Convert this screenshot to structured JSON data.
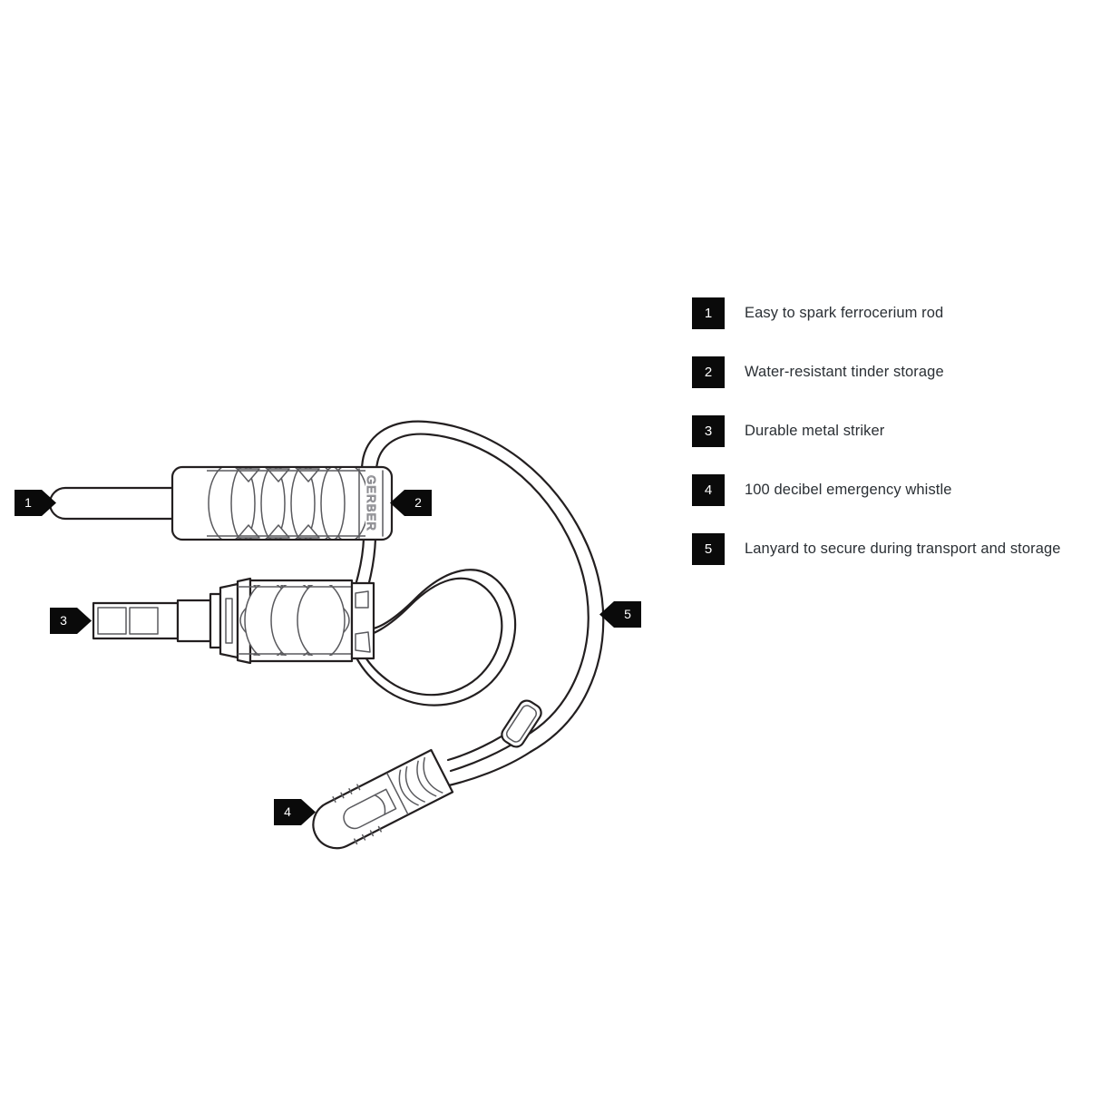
{
  "diagram": {
    "title": "Gerber fire starter product feature callout diagram",
    "brand_mark": "GERBER",
    "background_color": "#ffffff",
    "line_color": "#231f20",
    "badge_color": "#0a0a0a",
    "text_color": "#2b3035"
  },
  "callouts": [
    {
      "id": "1",
      "number": "1",
      "direction": "right",
      "target": "ferrocerium-rod"
    },
    {
      "id": "2",
      "number": "2",
      "direction": "left",
      "target": "tinder-storage-handle"
    },
    {
      "id": "3",
      "number": "3",
      "direction": "right",
      "target": "metal-striker"
    },
    {
      "id": "4",
      "number": "4",
      "direction": "right",
      "target": "emergency-whistle"
    },
    {
      "id": "5",
      "number": "5",
      "direction": "left",
      "target": "lanyard-cord"
    }
  ],
  "legend": {
    "items": [
      {
        "number": "1",
        "label": "Easy to spark ferrocerium rod"
      },
      {
        "number": "2",
        "label": "Water-resistant tinder storage"
      },
      {
        "number": "3",
        "label": "Durable metal striker"
      },
      {
        "number": "4",
        "label": "100 decibel emergency whistle"
      },
      {
        "number": "5",
        "label": "Lanyard to secure during transport and storage"
      }
    ]
  }
}
